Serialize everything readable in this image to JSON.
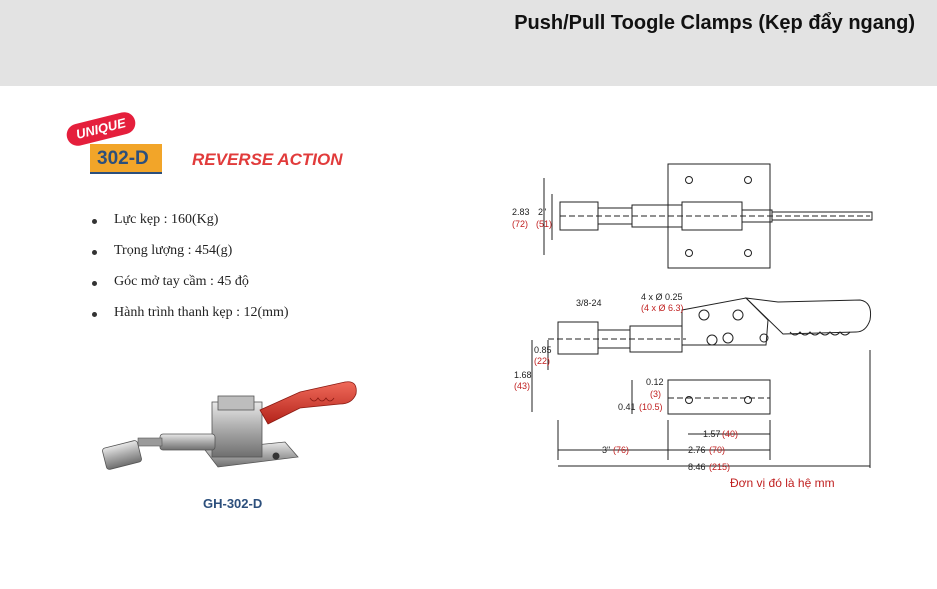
{
  "header": {
    "title": "Push/Pull Toogle Clamps (Kẹp đẩy ngang)"
  },
  "badge": {
    "tag": "UNIQUE",
    "model": "302-D",
    "subtitle": "REVERSE ACTION"
  },
  "specs": [
    "Lực kẹp : 160(Kg)",
    "Trọng lượng : 454(g)",
    "Góc mở tay cầm : 45 độ",
    "Hành trình thanh kẹp : 12(mm)"
  ],
  "product": {
    "caption": "GH-302-D"
  },
  "drawing": {
    "dims": {
      "h_total_in": "2.83",
      "h_total_mm": "(72)",
      "h_inner_in": "2\"",
      "h_inner_mm": "(51)",
      "holes_in": "4 x Ø 0.25",
      "holes_mm": "(4 x Ø 6.3)",
      "thread": "3/8-24",
      "side_085_in": "0.85",
      "side_085_mm": "(22)",
      "side_168_in": "1.68",
      "side_168_mm": "(43)",
      "d_012_in": "0.12",
      "d_012_mm": "(3)",
      "d_041_in": "0.41",
      "d_041_mm": "(10.5)",
      "d_157_in": "1.57",
      "d_157_mm": "(40)",
      "d_3_in": "3\"",
      "d_3_mm": "(76)",
      "d_276_in": "2.76",
      "d_276_mm": "(70)",
      "d_846_in": "8.46",
      "d_846_mm": "(215)"
    },
    "unit_note": "Đơn vị đó là hệ mm"
  }
}
